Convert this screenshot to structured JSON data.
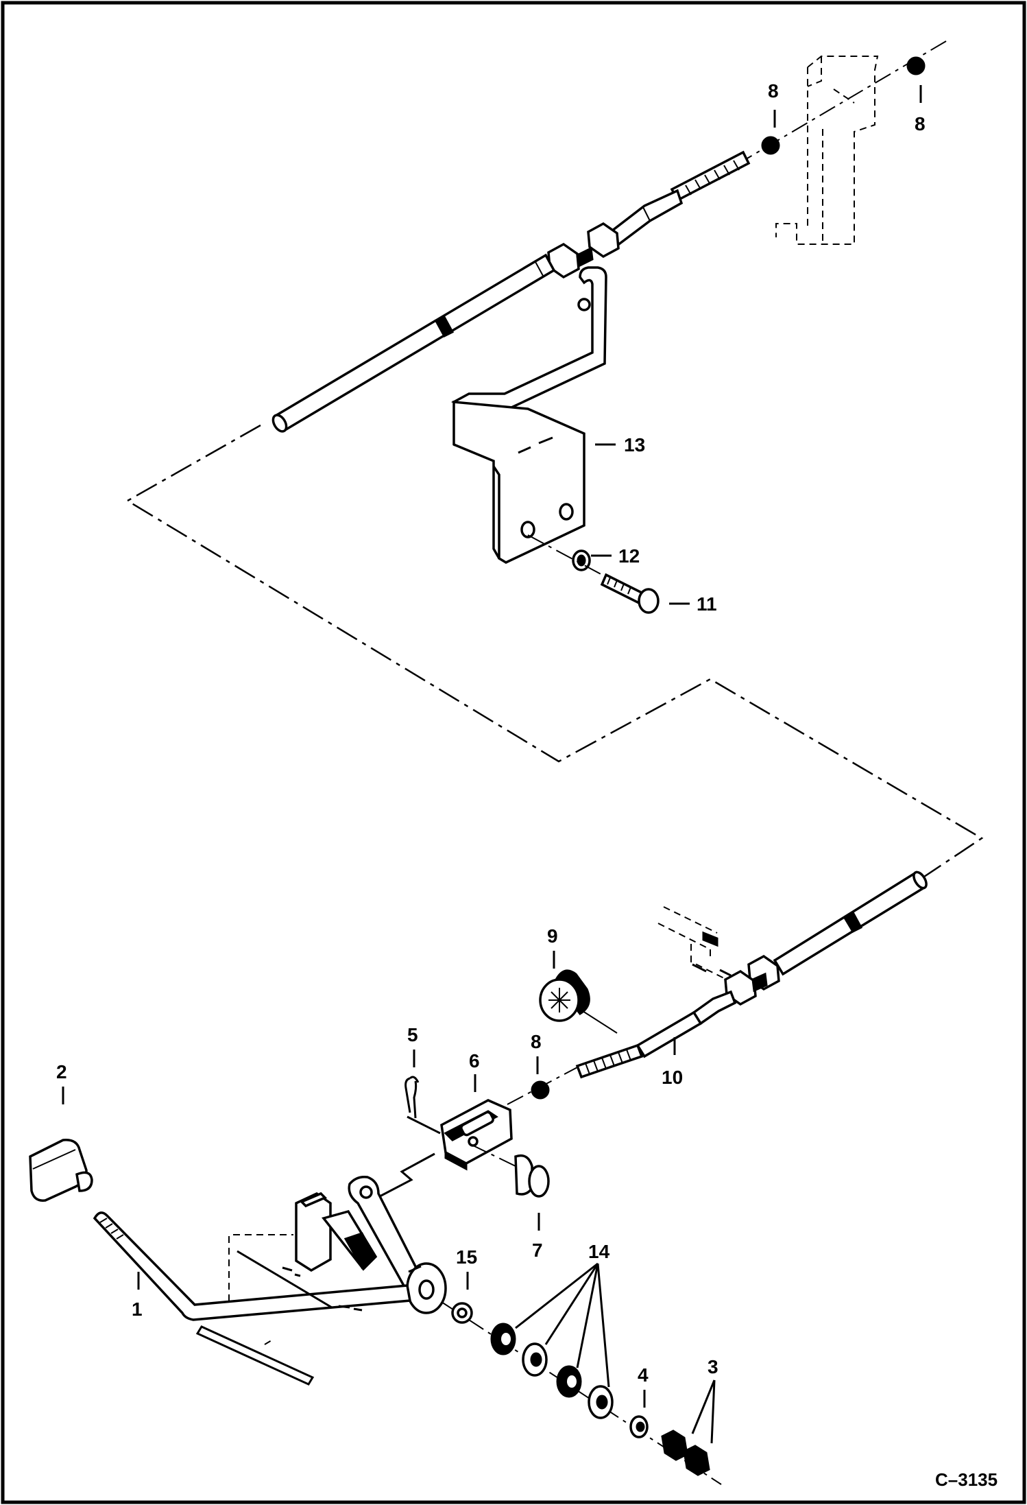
{
  "callouts": {
    "c1": "1",
    "c2": "2",
    "c3": "3",
    "c4": "4",
    "c5": "5",
    "c6": "6",
    "c7": "7",
    "c8_top_left": "8",
    "c8_top_right": "8",
    "c8_bottom": "8",
    "c9": "9",
    "c10": "10",
    "c11": "11",
    "c12": "12",
    "c13": "13",
    "c14": "14",
    "c15": "15"
  },
  "drawing_reference": "C–3135"
}
